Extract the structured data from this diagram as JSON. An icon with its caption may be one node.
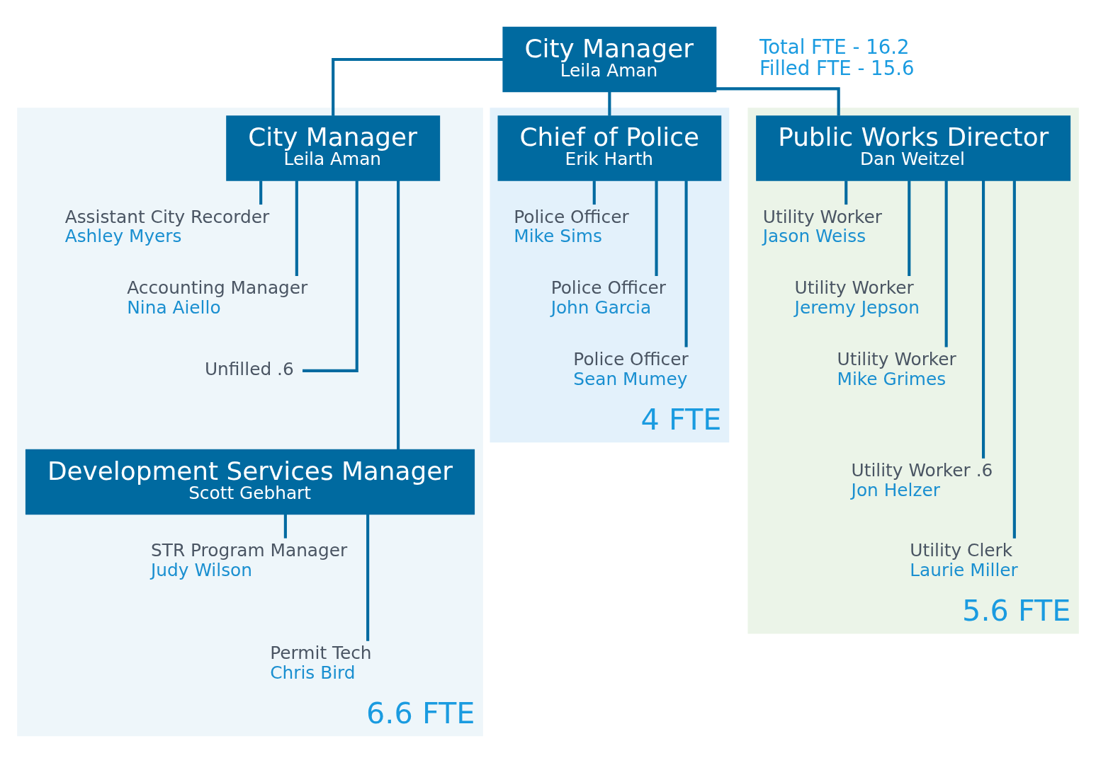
{
  "diagram": {
    "nodes": [
      {
        "text": [
          "City Manager",
          "Leila Aman"
        ]
      },
      {
        "text": [
          "6.6 FTE"
        ]
      },
      {
        "text": [
          "City Manager",
          "Leila Aman"
        ],
        "in": 1
      },
      {
        "text": [
          "Assistant City Recorder",
          "Ashley Myers"
        ],
        "in": 1
      },
      {
        "text": [
          "Accounting Manager",
          "Nina Aiello"
        ],
        "in": 1
      },
      {
        "text": [
          "Unfilled .6"
        ],
        "in": 1
      },
      {
        "text": [
          "Development Services Manager",
          "Scott Gebhart"
        ],
        "in": 1
      },
      {
        "text": [
          "STR Program Manager",
          "Judy Wilson"
        ],
        "in": 1
      },
      {
        "text": [
          "Permit Tech",
          "Chris Bird"
        ],
        "in": 1
      },
      {
        "text": [
          "4 FTE"
        ]
      },
      {
        "text": [
          "Chief of Police",
          "Erik Harth"
        ],
        "in": 9
      },
      {
        "text": [
          "Police Officer",
          "Mike Sims"
        ],
        "in": 9
      },
      {
        "text": [
          "Police Officer",
          "John Garcia"
        ],
        "in": 9
      },
      {
        "text": [
          "Police Officer",
          "Sean Mumey"
        ],
        "in": 9
      },
      {
        "text": [
          "5.6 FTE"
        ]
      },
      {
        "text": [
          "Public Works Director",
          "Dan Weitzel"
        ],
        "in": 14
      },
      {
        "text": [
          "Utility Worker",
          "Jason Weiss"
        ],
        "in": 14
      },
      {
        "text": [
          "Utility Worker",
          "Jeremy Jepson"
        ],
        "in": 14
      },
      {
        "text": [
          "Utility Worker",
          "Mike Grimes"
        ],
        "in": 14
      },
      {
        "text": [
          "Utility Worker .6",
          "Jon Helzer"
        ],
        "in": 14
      },
      {
        "text": [
          "Utility Clerk",
          "Laurie Miller"
        ],
        "in": 14
      }
    ],
    "edges": [
      {
        "from": 0,
        "to": 2,
        "arrow": "none"
      },
      {
        "from": 0,
        "to": 10,
        "arrow": "none"
      },
      {
        "from": 0,
        "to": 15,
        "arrow": "none"
      },
      {
        "from": 2,
        "to": 3,
        "arrow": "none"
      },
      {
        "from": 2,
        "to": 4,
        "arrow": "none"
      },
      {
        "from": 2,
        "to": 5,
        "arrow": "none"
      },
      {
        "from": 2,
        "to": 6,
        "arrow": "none"
      },
      {
        "from": 6,
        "to": 7,
        "arrow": "none"
      },
      {
        "from": 6,
        "to": 8,
        "arrow": "none"
      },
      {
        "from": 10,
        "to": 11,
        "arrow": "none"
      },
      {
        "from": 10,
        "to": 12,
        "arrow": "none"
      },
      {
        "from": 10,
        "to": 13,
        "arrow": "none"
      },
      {
        "from": 15,
        "to": 16,
        "arrow": "none"
      },
      {
        "from": 15,
        "to": 17,
        "arrow": "none"
      },
      {
        "from": 15,
        "to": 18,
        "arrow": "none"
      },
      {
        "from": 15,
        "to": 19,
        "arrow": "none"
      },
      {
        "from": 15,
        "to": 20,
        "arrow": "none"
      }
    ],
    "labels": [
      "Total FTE - 16.2",
      "Filled FTE - 15.6"
    ]
  }
}
